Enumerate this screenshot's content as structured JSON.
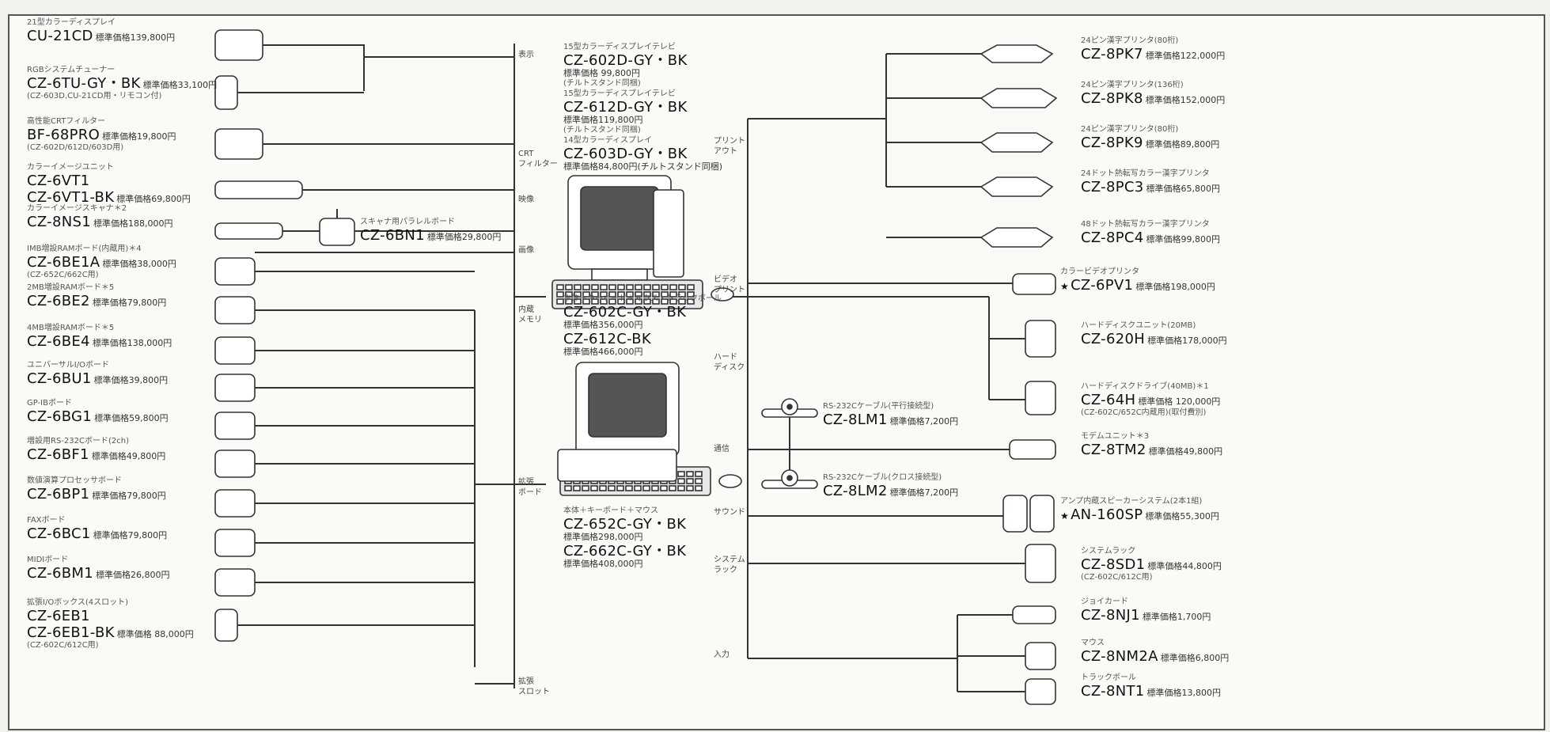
{
  "colors": {
    "line": "#333333",
    "device": "#ffffff",
    "frame": "#555555"
  },
  "left_items": [
    {
      "caption": "21型カラーディスプレイ",
      "model": "CU-21CD",
      "price": "標準価格139,800円"
    },
    {
      "caption": "RGBシステムチューナー",
      "model": "CZ-6TU-GY・BK",
      "price": "標準価格33,100円",
      "note": "(CZ-603D,CU-21CD用・リモコン付)"
    },
    {
      "caption": "高性能CRTフィルター",
      "model": "BF-68PRO",
      "price": "標準価格19,800円",
      "note": "(CZ-602D/612D/603D用)"
    },
    {
      "caption": "カラーイメージユニット",
      "model": "CZ-6VT1",
      "model2": "CZ-6VT1-BK",
      "price": "標準価格69,800円"
    },
    {
      "caption": "カラーイメージスキャナ＊2",
      "model": "CZ-8NS1",
      "price": "標準価格188,000円"
    },
    {
      "caption": "IMB増設RAMボード(内蔵用)＊4",
      "model": "CZ-6BE1A",
      "price": "標準価格38,000円",
      "note": "(CZ-652C/662C用)"
    },
    {
      "caption": "2MB増設RAMボード＊5",
      "model": "CZ-6BE2",
      "price": "標準価格79,800円"
    },
    {
      "caption": "4MB増設RAMボード＊5",
      "model": "CZ-6BE4",
      "price": "標準価格138,000円"
    },
    {
      "caption": "ユニバーサルI/Oボード",
      "model": "CZ-6BU1",
      "price": "標準価格39,800円"
    },
    {
      "caption": "GP-IBボード",
      "model": "CZ-6BG1",
      "price": "標準価格59,800円"
    },
    {
      "caption": "増設用RS-232Cボード(2ch)",
      "model": "CZ-6BF1",
      "price": "標準価格49,800円"
    },
    {
      "caption": "数値演算プロセッサボード",
      "model": "CZ-6BP1",
      "price": "標準価格79,800円"
    },
    {
      "caption": "FAXボード",
      "model": "CZ-6BC1",
      "price": "標準価格79,800円"
    },
    {
      "caption": "MIDIボード",
      "model": "CZ-6BM1",
      "price": "標準価格26,800円"
    },
    {
      "caption": "拡張I/Oボックス(4スロット)",
      "model": "CZ-6EB1",
      "model2": "CZ-6EB1-BK",
      "price": "標準価格 88,000円",
      "note": "(CZ-602C/612C用)"
    }
  ],
  "left_categories": [
    {
      "label": "表示"
    },
    {
      "label": "CRT\nフィルター"
    },
    {
      "label": "映像"
    },
    {
      "label": "画像"
    },
    {
      "label": "内蔵\nメモリ"
    },
    {
      "label": "拡張\nボード"
    },
    {
      "label": "拡張\nスロット"
    }
  ],
  "scanner_board": {
    "caption": "スキャナ用パラレルボード",
    "model": "CZ-6BN1",
    "price": "標準価格29,800円"
  },
  "center_displays": [
    {
      "caption": "15型カラーディスプレイテレビ",
      "model": "CZ-602D-GY・BK",
      "price": "標準価格 99,800円",
      "note": "(チルトスタンド同梱)"
    },
    {
      "caption": "15型カラーディスプレイテレビ",
      "model": "CZ-612D-GY・BK",
      "price": "標準価格119,800円",
      "note": "(チルトスタンド同梱)"
    },
    {
      "caption": "14型カラーディスプレイ",
      "model": "CZ-603D-GY・BK",
      "price": "標準価格84,800円(チルトスタンド同梱)"
    }
  ],
  "center_system1": {
    "caption": "本体＋キーボード＋マウス・トラックボール",
    "model": "CZ-602C-GY・BK",
    "price": "標準価格356,000円",
    "model2": "CZ-612C-BK",
    "price2": "標準価格466,000円"
  },
  "center_system2": {
    "caption": "本体＋キーボード＋マウス",
    "model": "CZ-652C-GY・BK",
    "price": "標準価格298,000円",
    "model2": "CZ-662C-GY・BK",
    "price2": "標準価格408,000円"
  },
  "right_categories": [
    {
      "label": "プリント\nアウト"
    },
    {
      "label": "ビデオ\nプリント"
    },
    {
      "label": "ハード\nディスク"
    },
    {
      "label": "通信"
    },
    {
      "label": "サウンド"
    },
    {
      "label": "システム\nラック"
    },
    {
      "label": "入力"
    }
  ],
  "cables": [
    {
      "caption": "RS-232Cケーブル(平行接続型)",
      "model": "CZ-8LM1",
      "price": "標準価格7,200円"
    },
    {
      "caption": "RS-232Cケーブル(クロス接続型)",
      "model": "CZ-8LM2",
      "price": "標準価格7,200円"
    }
  ],
  "right_items": [
    {
      "caption": "24ピン漢字プリンタ(80桁)",
      "model": "CZ-8PK7",
      "price": "標準価格122,000円"
    },
    {
      "caption": "24ピン漢字プリンタ(136桁)",
      "model": "CZ-8PK8",
      "price": "標準価格152,000円"
    },
    {
      "caption": "24ピン漢字プリンタ(80桁)",
      "model": "CZ-8PK9",
      "price": "標準価格89,800円"
    },
    {
      "caption": "24ドット熱転写カラー漢字プリンタ",
      "model": "CZ-8PC3",
      "price": "標準価格65,800円"
    },
    {
      "caption": "48ドット熱転写カラー漢字プリンタ",
      "model": "CZ-8PC4",
      "price": "標準価格99,800円"
    },
    {
      "caption": "カラービデオプリンタ",
      "model": "CZ-6PV1",
      "price": "標準価格198,000円",
      "star": "★"
    },
    {
      "caption": "ハードディスクユニット(20MB)",
      "model": "CZ-620H",
      "price": "標準価格178,000円"
    },
    {
      "caption": "ハードディスクドライブ(40MB)＊1",
      "model": "CZ-64H",
      "price": "標準価格 120,000円",
      "note": "(CZ-602C/652C内蔵用)(取付費別)"
    },
    {
      "caption": "モデムユニット＊3",
      "model": "CZ-8TM2",
      "price": "標準価格49,800円"
    },
    {
      "caption": "アンプ内蔵スピーカーシステム(2本1組)",
      "model": "AN-160SP",
      "price": "標準価格55,300円",
      "star": "★"
    },
    {
      "caption": "システムラック",
      "model": "CZ-8SD1",
      "price": "標準価格44,800円",
      "note": "(CZ-602C/612C用)"
    },
    {
      "caption": "ジョイカード",
      "model": "CZ-8NJ1",
      "price": "標準価格1,700円"
    },
    {
      "caption": "マウス",
      "model": "CZ-8NM2A",
      "price": "標準価格6,800円"
    },
    {
      "caption": "トラックボール",
      "model": "CZ-8NT1",
      "price": "標準価格13,800円"
    }
  ]
}
